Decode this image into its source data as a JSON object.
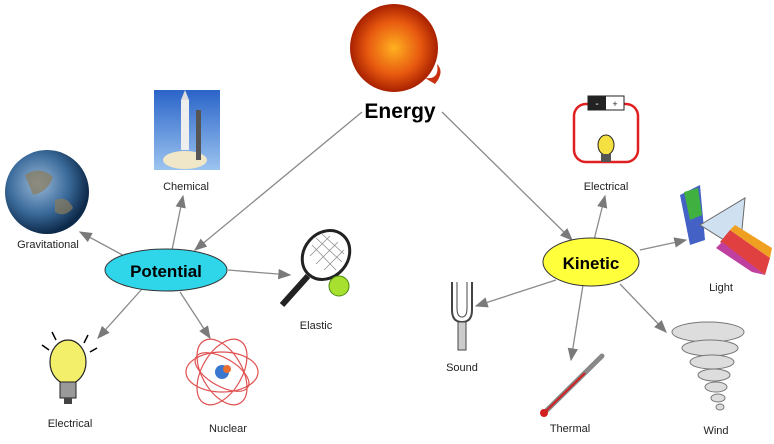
{
  "title": "Energy",
  "potential": {
    "label": "Potential",
    "color": "#2fd6ea",
    "children": [
      "Chemical",
      "Gravitational",
      "Electrical",
      "Nuclear",
      "Elastic"
    ]
  },
  "kinetic": {
    "label": "Kinetic",
    "color": "#ffff3c",
    "children": [
      "Electrical",
      "Light",
      "Sound",
      "Thermal",
      "Wind"
    ]
  }
}
